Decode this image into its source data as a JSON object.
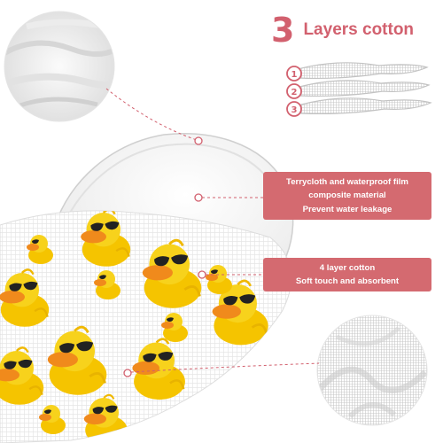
{
  "headline": {
    "number": "3",
    "text": "Layers cotton"
  },
  "layer_markers": [
    "1",
    "2",
    "3"
  ],
  "callouts": {
    "terrycloth": {
      "line1": "Terrycloth and waterproof film",
      "line2": "composite material",
      "line3": "Prevent water leakage"
    },
    "cotton": {
      "line1": "4 layer cotton",
      "line2": "Soft touch and absorbent"
    }
  },
  "colors": {
    "accent": "#d2606e",
    "label_fill": "#d46a70",
    "duck_yellow": "#f7d21c",
    "duck_beak": "#f08a1c",
    "sunglasses": "#222222"
  }
}
